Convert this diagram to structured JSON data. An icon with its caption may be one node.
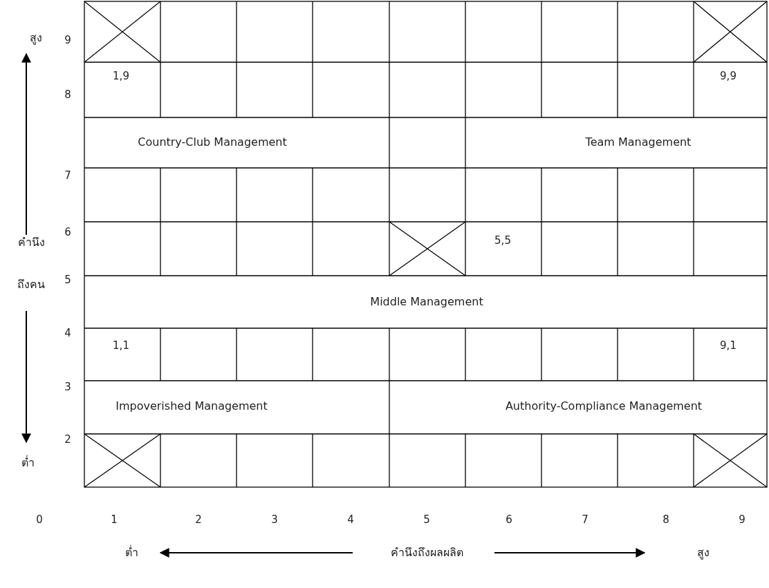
{
  "diagram": {
    "labels": [
      "สูง",
      "9",
      "1,9",
      "9,9",
      "8",
      "Country-Club Management",
      "Team Management",
      "7",
      "6",
      "คำนึง",
      "5,5",
      "5",
      "ถึงคน",
      "Middle Management",
      "4",
      "1,1",
      "9,1",
      "3",
      "Impoverished Management",
      "Authority-Compliance Management",
      "2",
      "ต่ำ",
      "0",
      "1",
      "2",
      "3",
      "4",
      "5",
      "6",
      "7",
      "8",
      "9",
      "ต่ำ",
      "คำนึงถึงผลผลิต",
      "สูง"
    ]
  }
}
